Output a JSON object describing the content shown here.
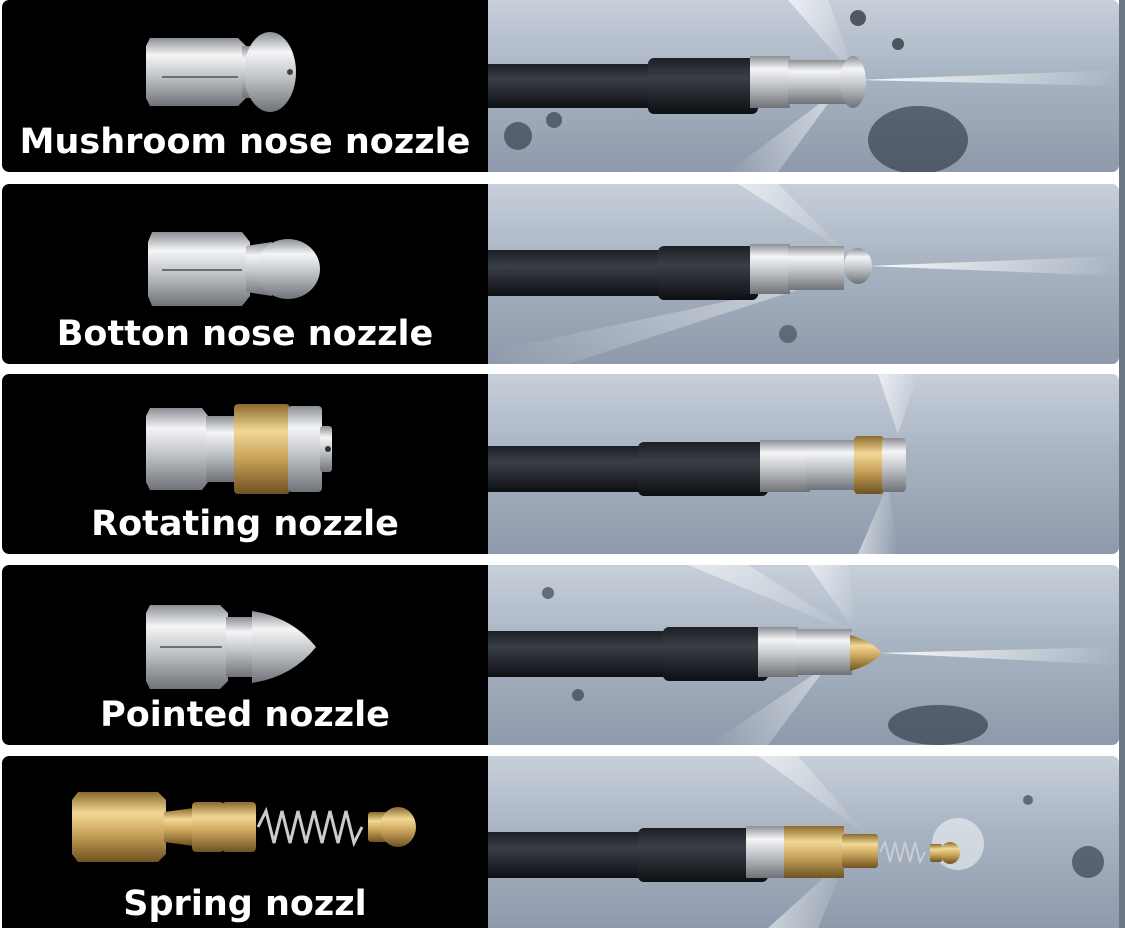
{
  "items": [
    {
      "label": "Mushroom nose nozzle",
      "icon": "mushroom-nose-nozzle-icon"
    },
    {
      "label": "Botton nose nozzle",
      "icon": "button-nose-nozzle-icon"
    },
    {
      "label": "Rotating nozzle",
      "icon": "rotating-nozzle-icon"
    },
    {
      "label": "Pointed nozzle",
      "icon": "pointed-nozzle-icon"
    },
    {
      "label": "Spring nozzl",
      "icon": "spring-nozzle-icon"
    }
  ],
  "colors": {
    "panel": "#000000",
    "text": "#ffffff",
    "steel": "#c9ccd0",
    "brass": "#c9a35a"
  }
}
